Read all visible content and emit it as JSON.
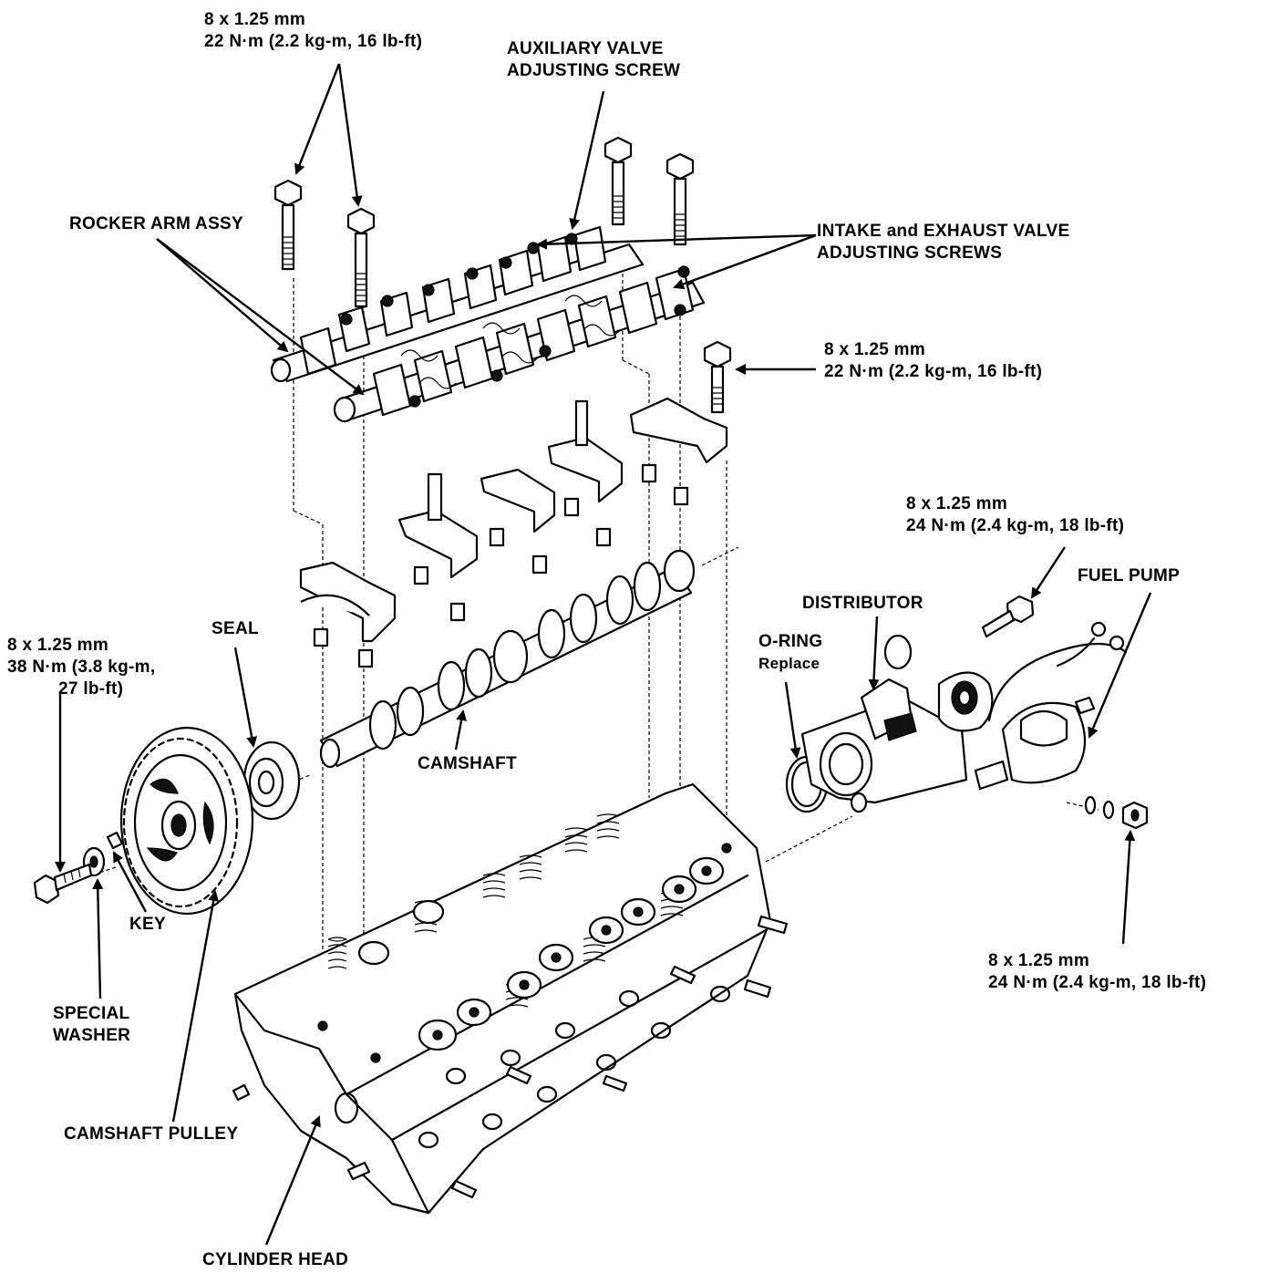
{
  "labels": {
    "bolt_top": {
      "size": "8 x 1.25 mm",
      "torque": "22 N·m (2.2 kg-m, 16 lb-ft)"
    },
    "aux_valve": {
      "line1": "AUXILIARY VALVE",
      "line2": "ADJUSTING SCREW"
    },
    "rocker_arm": "ROCKER ARM ASSY",
    "intake_exhaust": {
      "line1": "INTAKE and EXHAUST VALVE",
      "line2": "ADJUSTING SCREWS"
    },
    "bolt_mid": {
      "size": "8 x 1.25 mm",
      "torque": "22 N·m (2.2 kg-m, 16 lb-ft)"
    },
    "bolt_pump": {
      "size": "8 x 1.25 mm",
      "torque": "24 N·m (2.4 kg-m, 18 lb-ft)"
    },
    "fuel_pump": "FUEL PUMP",
    "distributor": "DISTRIBUTOR",
    "o_ring": {
      "line1": "O-RING",
      "line2": "Replace"
    },
    "seal": "SEAL",
    "bolt_pulley": {
      "size": "8 x 1.25 mm",
      "line2": "38 N·m (3.8 kg-m,",
      "line3": "27 lb-ft)"
    },
    "camshaft": "CAMSHAFT",
    "key": "KEY",
    "special_washer": {
      "line1": "SPECIAL",
      "line2": "WASHER"
    },
    "camshaft_pulley": "CAMSHAFT PULLEY",
    "cylinder_head": "CYLINDER HEAD",
    "bolt_nut": {
      "size": "8 x 1.25 mm",
      "torque": "24 N·m (2.4 kg-m, 18 lb-ft)"
    }
  }
}
